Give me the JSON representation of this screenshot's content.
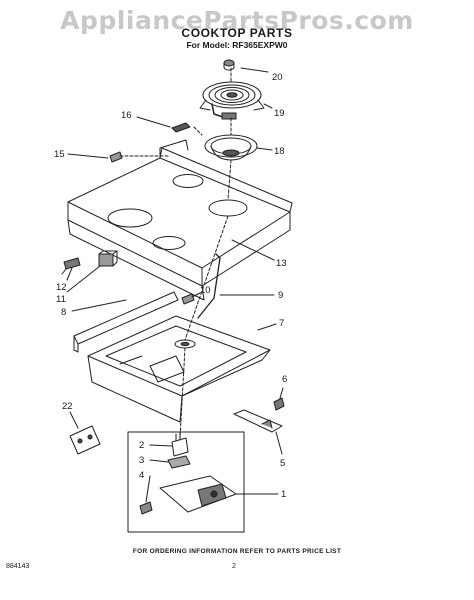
{
  "watermark": "AppliancePartsPros.com",
  "title": "COOKTOP PARTS",
  "model_line": "For Model: RF365EXPW0",
  "footer_note": "FOR ORDERING INFORMATION REFER TO PARTS PRICE LIST",
  "doc_code": "884143",
  "page_number": "2",
  "callouts": {
    "c20": "20",
    "c19": "19",
    "c18": "18",
    "c16": "16",
    "c15": "15",
    "c13": "13",
    "c12": "12",
    "c11": "11",
    "c10": "10",
    "c9": "9",
    "c8": "8",
    "c7": "7",
    "c6": "6",
    "c22": "22",
    "c5": "5",
    "c2": "2",
    "c3": "3",
    "c4": "4",
    "c1": "1"
  }
}
